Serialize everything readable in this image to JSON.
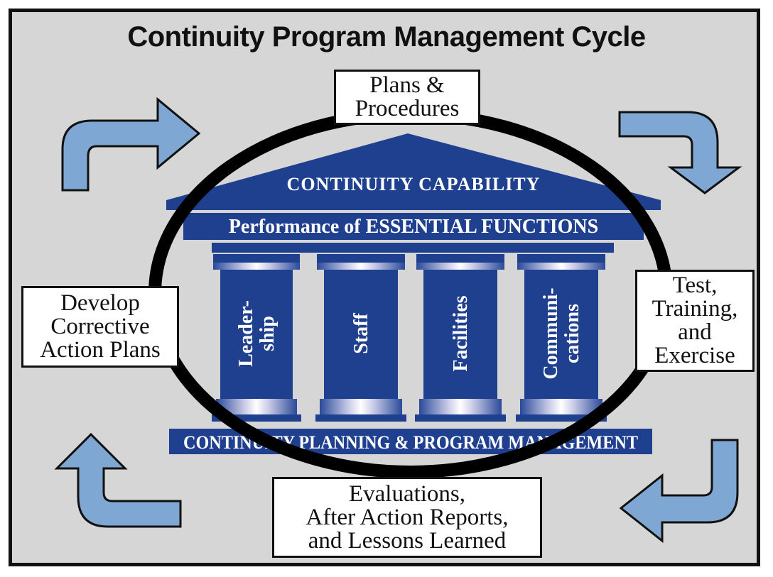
{
  "title": "Continuity Program Management Cycle",
  "roof": {
    "label": "CONTINUITY CAPABILITY",
    "subtitle": "Performance of ESSENTIAL FUNCTIONS"
  },
  "pillars": [
    {
      "label": "Leader-\nship"
    },
    {
      "label": "Staff"
    },
    {
      "label": "Facilities"
    },
    {
      "label": "Communi-\ncations"
    }
  ],
  "foundation": {
    "label": "CONTINUITY PLANNING & PROGRAM MANAGEMENT"
  },
  "cycle": {
    "plans": "Plans &\nProcedures",
    "test": "Test,\nTraining,\nand\nExercise",
    "evaluations": "Evaluations,\nAfter Action Reports,\nand Lessons Learned",
    "develop": "Develop\nCorrective\nAction Plans"
  },
  "colors": {
    "temple_blue": "#1f3f8f",
    "arrow_blue": "#7fa7d3",
    "background_gray": "#d6d6d6"
  },
  "icons": [
    "curved-arrow-icon"
  ]
}
